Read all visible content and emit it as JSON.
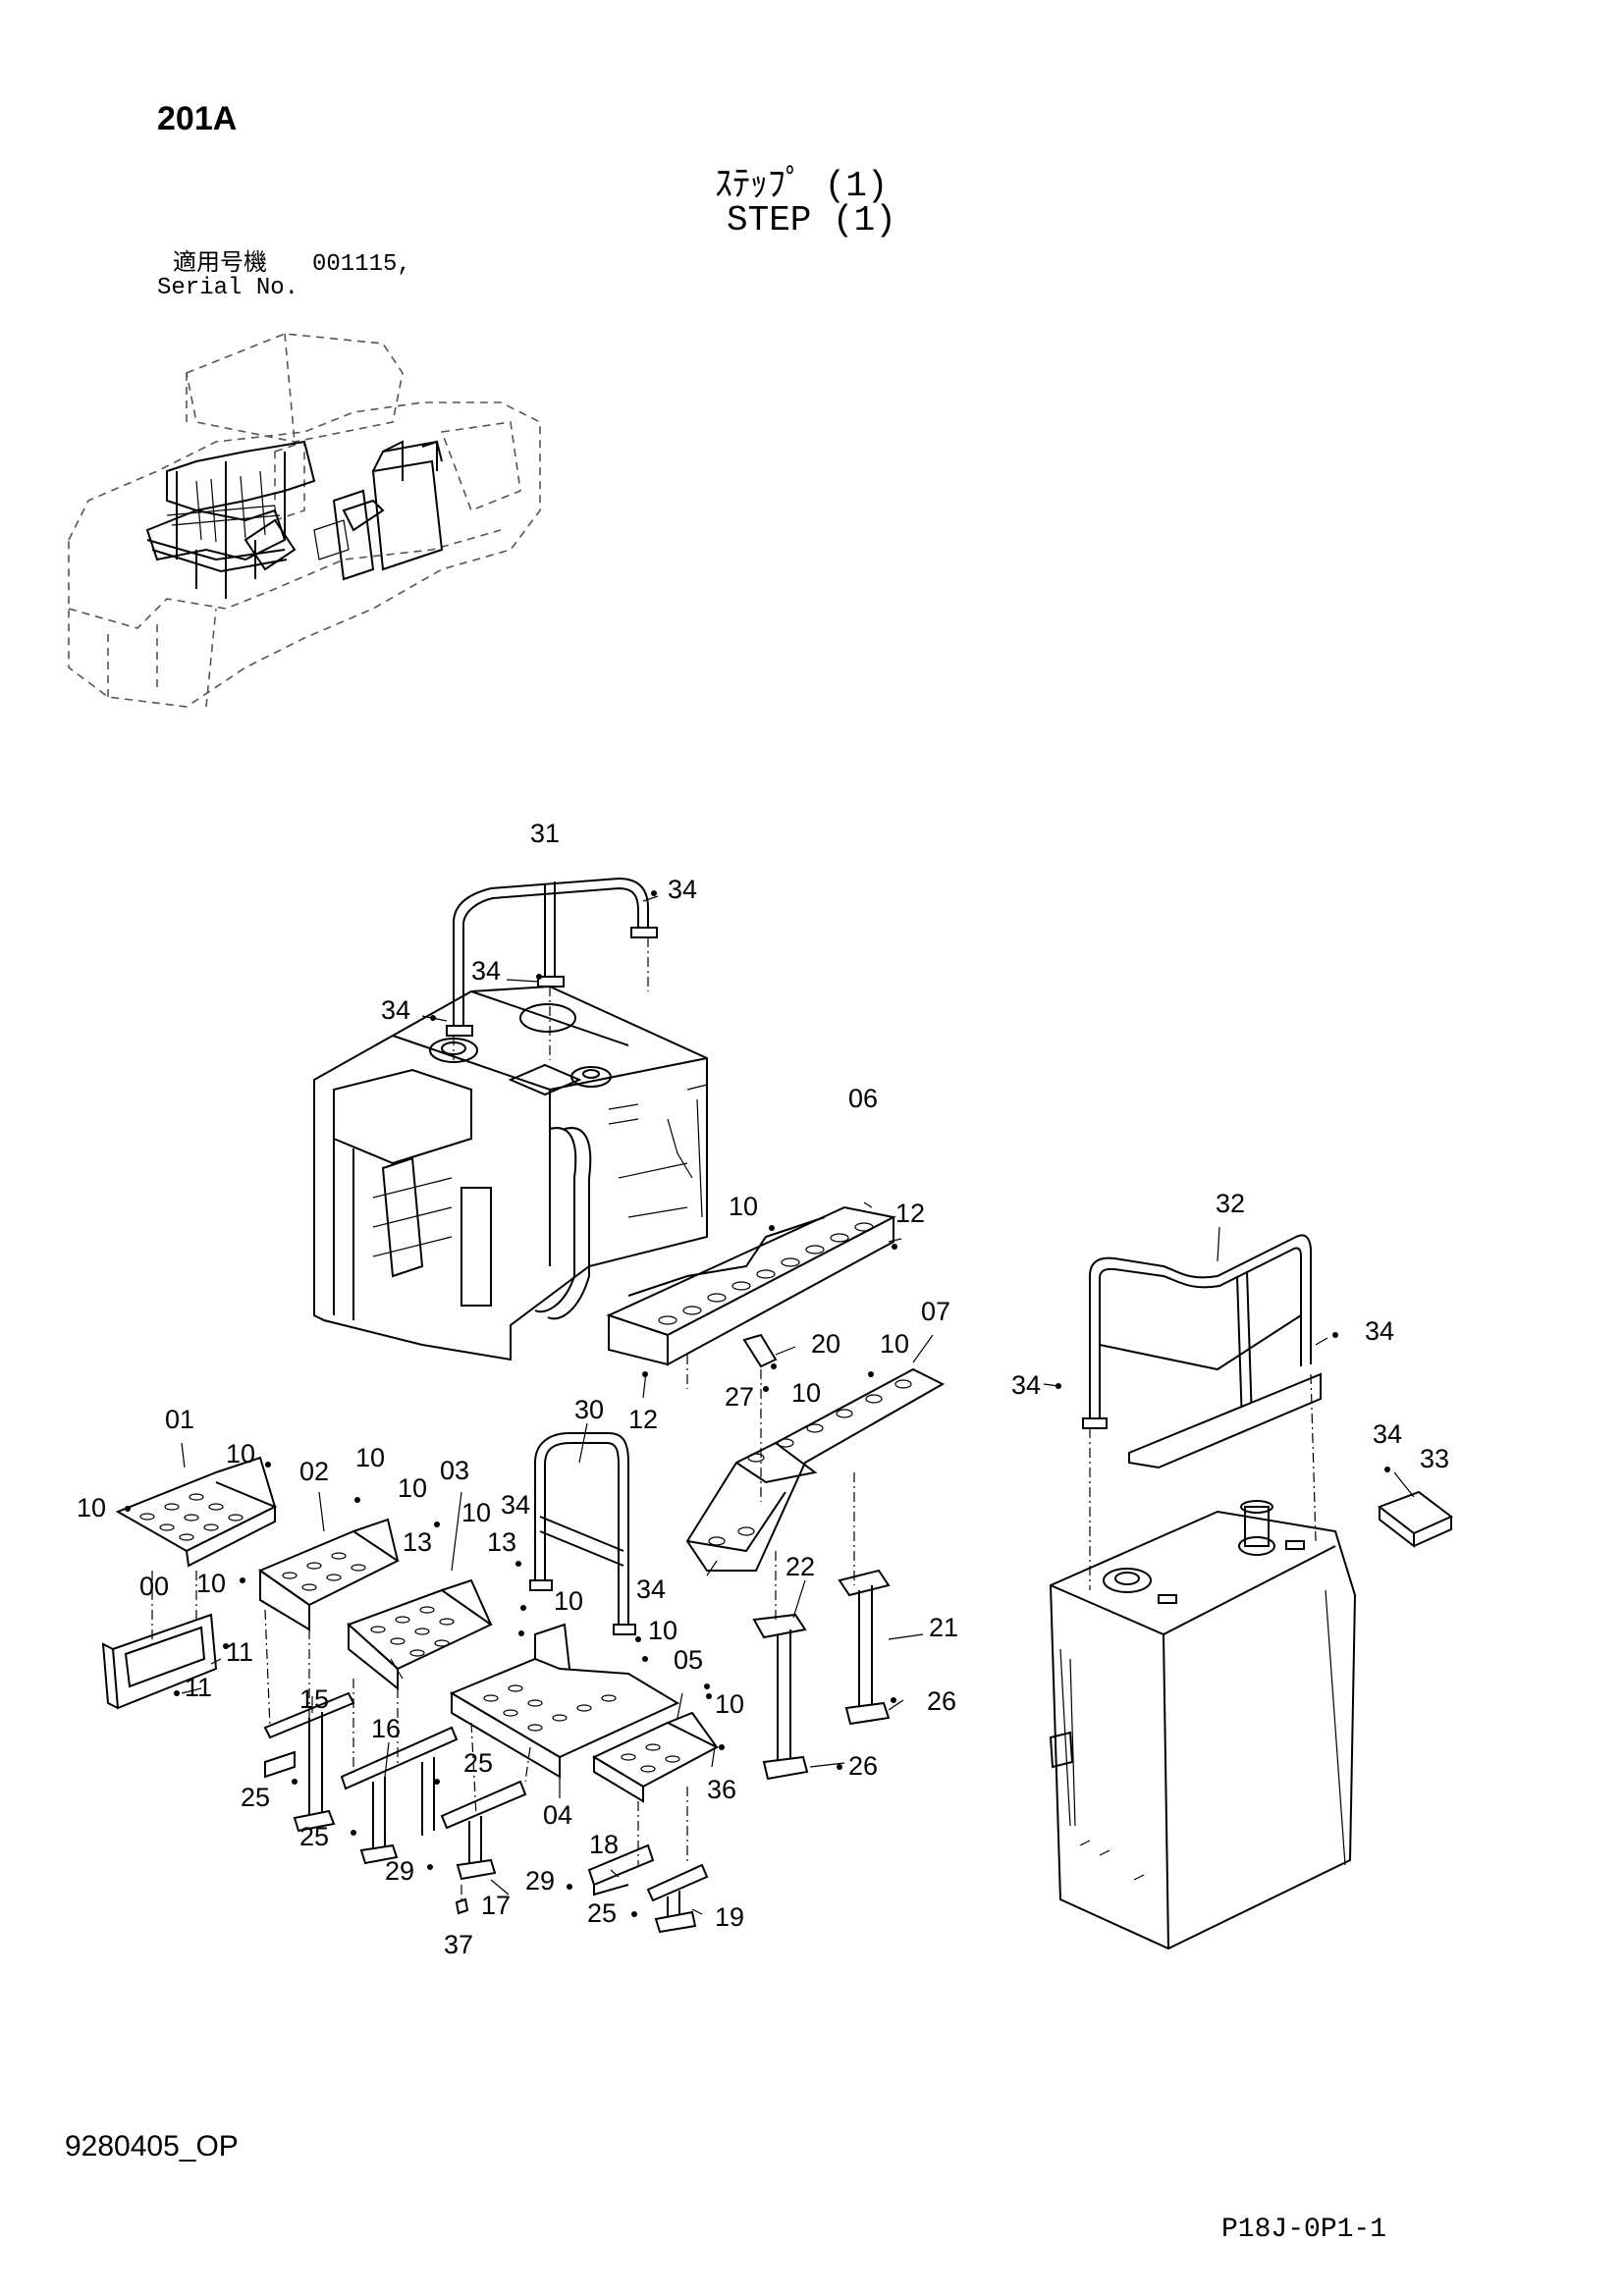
{
  "header": {
    "page_code": "201A",
    "title_ja": "ｽﾃｯﾌﾟ (1)",
    "title_en": "STEP (1)",
    "serial_label_ja": "適用号機",
    "serial_value": "001115,",
    "serial_label_en": "Serial No."
  },
  "footer": {
    "doc_id": "9280405_OP",
    "page_ref": "P18J-0P1-1"
  },
  "callouts": {
    "c00": "00",
    "c01": "01",
    "c02": "02",
    "c03": "03",
    "c04": "04",
    "c05": "05",
    "c06": "06",
    "c07": "07",
    "c10": "10",
    "c11": "11",
    "c12": "12",
    "c13": "13",
    "c15": "15",
    "c16": "16",
    "c17": "17",
    "c18": "18",
    "c19": "19",
    "c20": "20",
    "c21": "21",
    "c22": "22",
    "c25": "25",
    "c26": "26",
    "c27": "27",
    "c29": "29",
    "c30": "30",
    "c31": "31",
    "c32": "32",
    "c33": "33",
    "c34": "34",
    "c36": "36",
    "c37": "37"
  }
}
